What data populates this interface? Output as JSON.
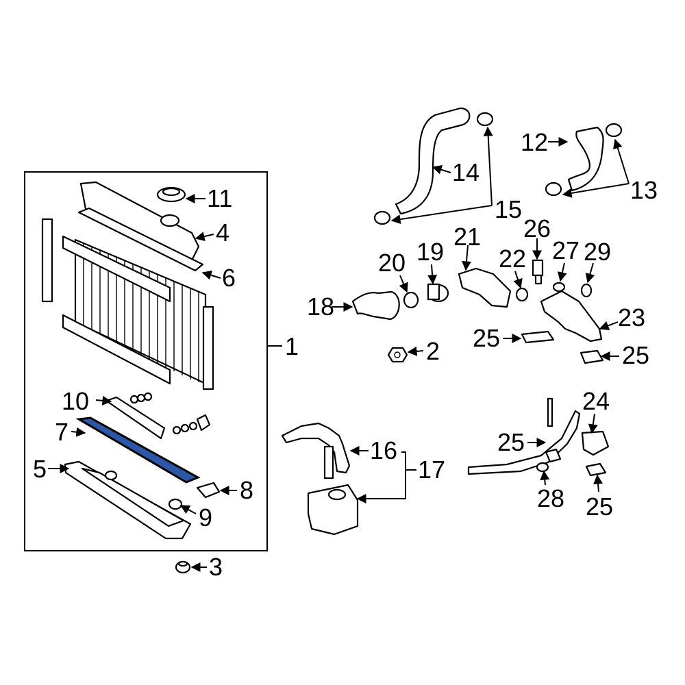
{
  "highlight_color": "#2b57a6",
  "highlighted_part": "7",
  "callouts": {
    "c1": "1",
    "c2": "2",
    "c3": "3",
    "c4": "4",
    "c5": "5",
    "c6": "6",
    "c7": "7",
    "c8": "8",
    "c9": "9",
    "c10": "10",
    "c11": "11",
    "c12": "12",
    "c13": "13",
    "c14": "14",
    "c15": "15",
    "c16": "16",
    "c17": "17",
    "c18": "18",
    "c19": "19",
    "c20": "20",
    "c21": "21",
    "c22": "22",
    "c23": "23",
    "c24": "24",
    "c25a": "25",
    "c25b": "25",
    "c25c": "25",
    "c25d": "25",
    "c26": "26",
    "c27": "27",
    "c28": "28",
    "c29": "29"
  }
}
